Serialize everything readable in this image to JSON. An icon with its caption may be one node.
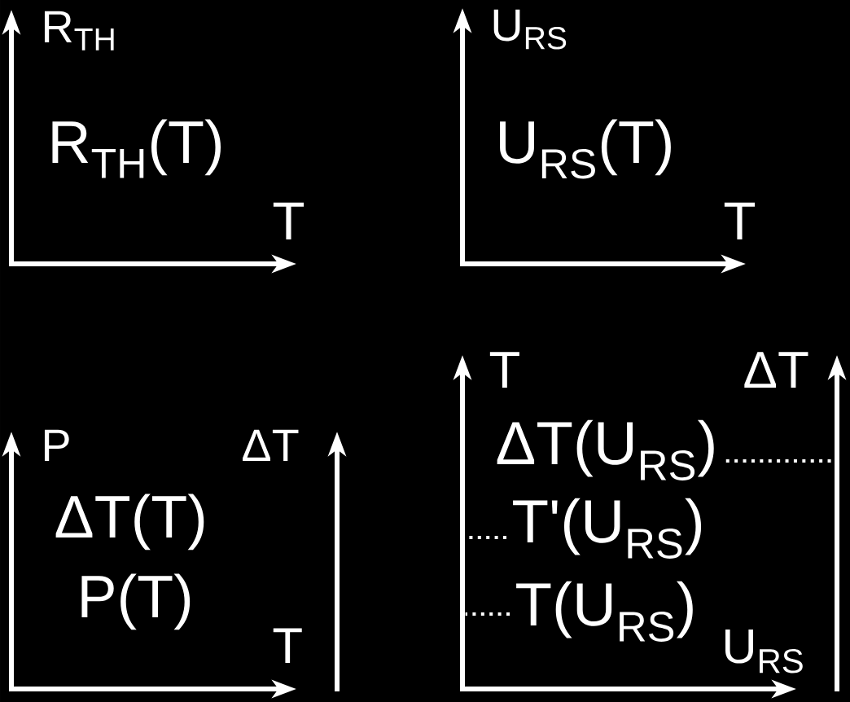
{
  "diagram": {
    "nodes": [
      {
        "text": [
          "ΔT(U$_{RS}$)"
        ]
      },
      {
        "text": [
          "T'(U$_{RS}$)"
        ]
      },
      {
        "text": [
          "T(U$_{RS}$)"
        ]
      }
    ],
    "edges": [
      {
        "from": 0,
        "to": null,
        "arrow": "none",
        "style": "dashed"
      },
      {
        "from": 1,
        "to": null,
        "arrow": "none",
        "style": "dashed"
      },
      {
        "from": 2,
        "to": null,
        "arrow": "none",
        "style": "dashed"
      }
    ],
    "labels": [
      "R$_{TH}$",
      "R$_{TH}$(T)",
      "T",
      "U$_{RS}$",
      "U$_{RS}$(T)",
      "T",
      "P",
      "ΔT",
      "ΔT(T)",
      "P(T)",
      "T",
      "T",
      "ΔT",
      "U$_{RS}$"
    ]
  }
}
